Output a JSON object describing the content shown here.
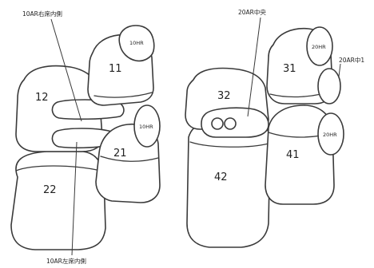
{
  "callouts": {
    "top_left": "10AR右席内側",
    "bottom_left": "10AR左席内側",
    "top_right": "20AR中央",
    "right": "20AR中1"
  },
  "left_group": {
    "seat_11": "11",
    "seat_12": "12",
    "seat_21": "21",
    "seat_22": "22",
    "headrest_top": "10HR",
    "headrest_side": "10HR"
  },
  "right_group": {
    "seat_31": "31",
    "seat_32": "32",
    "seat_41": "41",
    "seat_42": "42",
    "headrest_top": "20HR",
    "headrest_side": "20HR"
  }
}
